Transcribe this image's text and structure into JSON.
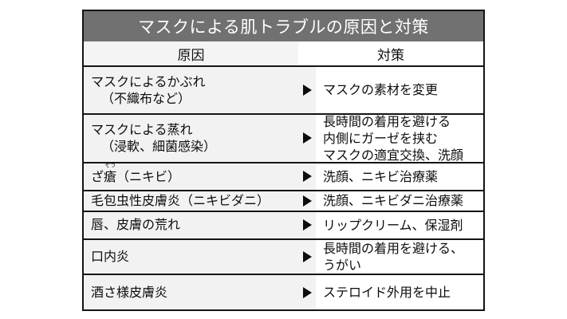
{
  "table": {
    "title": "マスクによる肌トラブルの原因と対策",
    "columns": {
      "cause": "原因",
      "measure": "対策"
    },
    "arrow_icon": "right-triangle-arrow",
    "rows": [
      {
        "cause_lines": [
          "マスクによるかぶれ",
          "（不織布など）"
        ],
        "measure_lines": [
          "マスクの素材を変更"
        ]
      },
      {
        "cause_lines": [
          "マスクによる蒸れ",
          "（浸軟、細菌感染）"
        ],
        "measure_lines": [
          "長時間の着用を避ける",
          "内側にガーゼを挟む",
          "マスクの適宜交換、洗顔"
        ]
      },
      {
        "cause_lines": [
          "ざ瘡（ニキビ）"
        ],
        "cause_ruby_base": "瘡",
        "cause_ruby_text": "そう",
        "cause_prefix": "ざ",
        "cause_suffix": "（ニキビ）",
        "measure_lines": [
          "洗顔、ニキビ治療薬"
        ]
      },
      {
        "cause_lines": [
          "毛包虫性皮膚炎（ニキビダニ）"
        ],
        "measure_lines": [
          "洗顔、ニキビダニ治療薬"
        ]
      },
      {
        "cause_lines": [
          "唇、皮膚の荒れ"
        ],
        "measure_lines": [
          "リップクリーム、保湿剤"
        ]
      },
      {
        "cause_lines": [
          "口内炎"
        ],
        "measure_lines": [
          "長時間の着用を避ける、",
          "うがい"
        ]
      },
      {
        "cause_lines": [
          "酒さ様皮膚炎"
        ],
        "measure_lines": [
          "ステロイド外用を中止"
        ]
      }
    ]
  },
  "colors": {
    "title_band": "#717171",
    "title_text": "#ffffff",
    "border": "#141414",
    "cause_bg": "#f2f2f2",
    "measure_bg": "#ffffff",
    "text": "#0d0d0d"
  }
}
